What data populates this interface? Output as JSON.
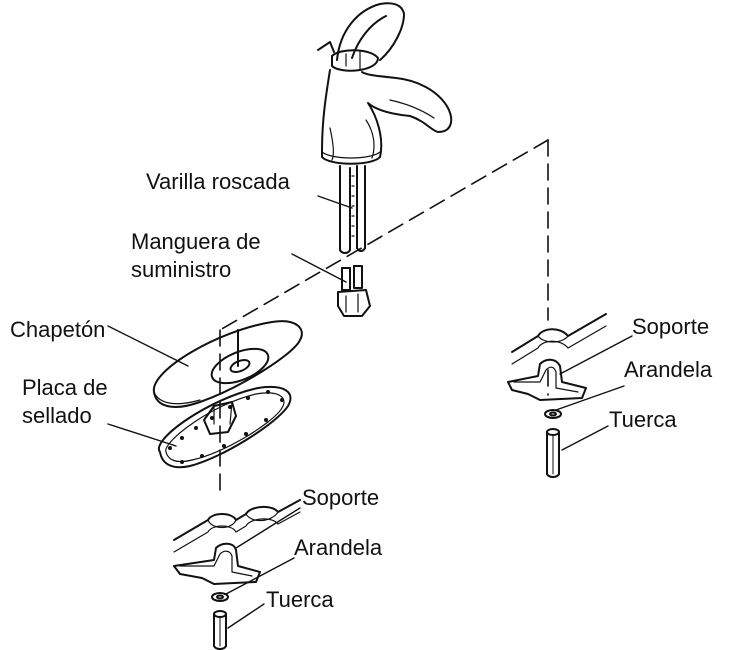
{
  "labels": {
    "threaded_rod": "Varilla roscada",
    "supply_hose_line1": "Manguera de",
    "supply_hose_line2": "suministro",
    "escutcheon": "Chapetón",
    "seal_plate_line1": "Placa de",
    "seal_plate_line2": "sellado",
    "bracket_right": "Soporte",
    "washer_right": "Arandela",
    "nut_right": "Tuerca",
    "bracket_left": "Soporte",
    "washer_left": "Arandela",
    "nut_left": "Tuerca"
  },
  "colors": {
    "line": "#111111",
    "background": "#ffffff"
  }
}
